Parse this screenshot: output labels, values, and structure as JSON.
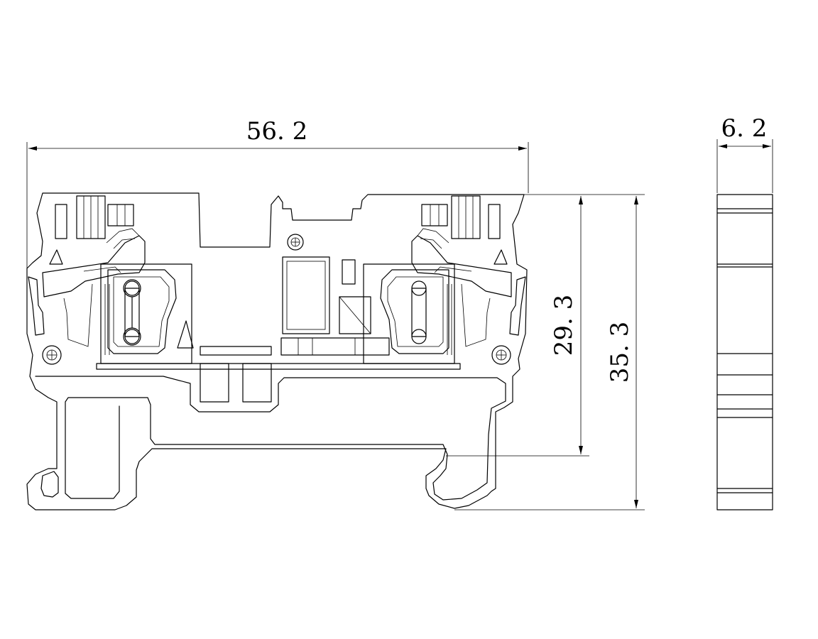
{
  "drawing": {
    "subject": "DIN-rail spring-clamp terminal block, front and side view",
    "line_color": "#000000",
    "background": "#ffffff"
  },
  "dimensions": {
    "overall_width": "56. 2",
    "height_to_rail": "29. 3",
    "overall_height": "35. 3",
    "side_thickness": "6. 2"
  }
}
